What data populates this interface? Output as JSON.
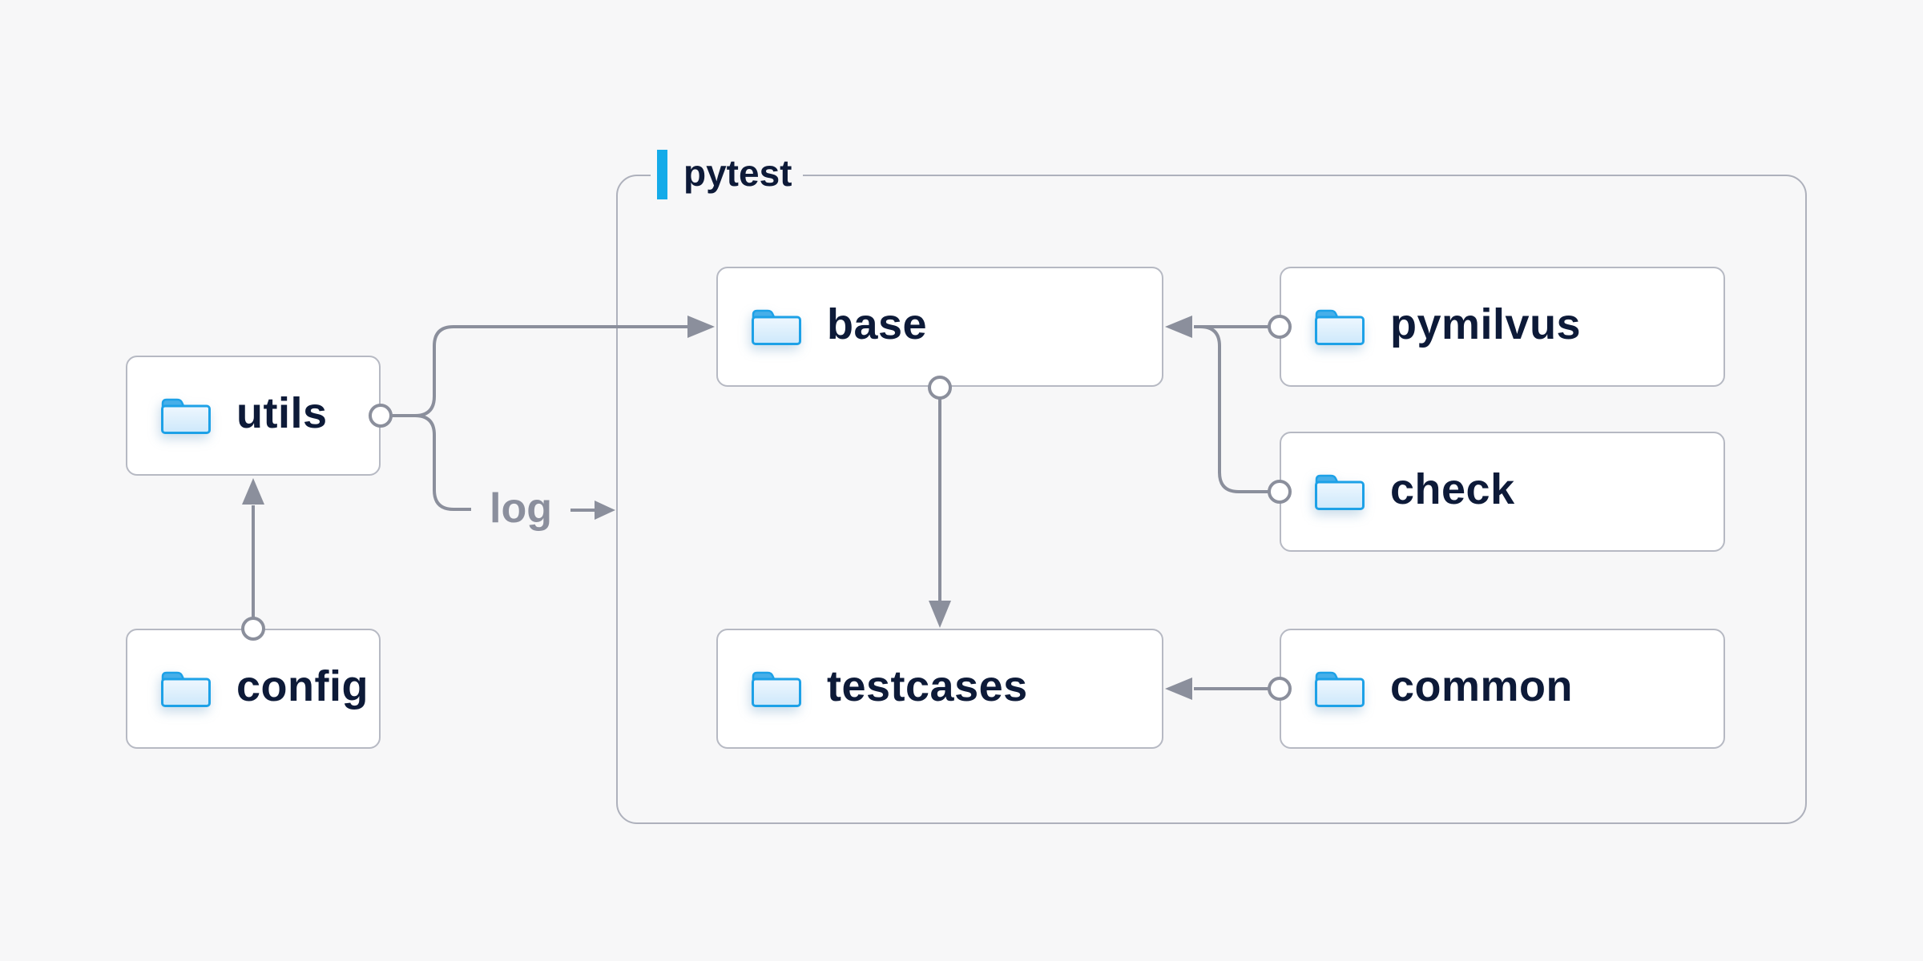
{
  "page": {
    "background": "#f7f7f8"
  },
  "container": {
    "label": "pytest",
    "accent_color": "#14abe9",
    "border_color": "#aeb1bc"
  },
  "nodes": {
    "utils": {
      "label": "utils",
      "icon": "folder-icon"
    },
    "config": {
      "label": "config",
      "icon": "folder-icon"
    },
    "base": {
      "label": "base",
      "icon": "folder-icon"
    },
    "testcases": {
      "label": "testcases",
      "icon": "folder-icon"
    },
    "pymilvus": {
      "label": "pymilvus",
      "icon": "folder-icon"
    },
    "check": {
      "label": "check",
      "icon": "folder-icon"
    },
    "common": {
      "label": "common",
      "icon": "folder-icon"
    }
  },
  "edges": [
    {
      "from": "config",
      "to": "utils",
      "label": ""
    },
    {
      "from": "utils",
      "to": "base",
      "label": ""
    },
    {
      "from": "utils",
      "to": "pytest-container",
      "label": "log"
    },
    {
      "from": "base",
      "to": "testcases",
      "label": ""
    },
    {
      "from": "pymilvus",
      "to": "base",
      "label": ""
    },
    {
      "from": "check",
      "to": "base",
      "label": ""
    },
    {
      "from": "common",
      "to": "testcases",
      "label": ""
    }
  ],
  "edge_label": {
    "log": "log"
  },
  "colors": {
    "node_text": "#0d1a38",
    "node_border": "#b6b9c3",
    "node_fill": "#ffffff",
    "connector": "#8b8f9c",
    "edge_label_text": "#8b8f9d",
    "folder_outline": "#1da1e7",
    "folder_fill_top": "#eef7fe",
    "folder_fill_bottom": "#cde8fb",
    "folder_tab": "#47afe9"
  }
}
